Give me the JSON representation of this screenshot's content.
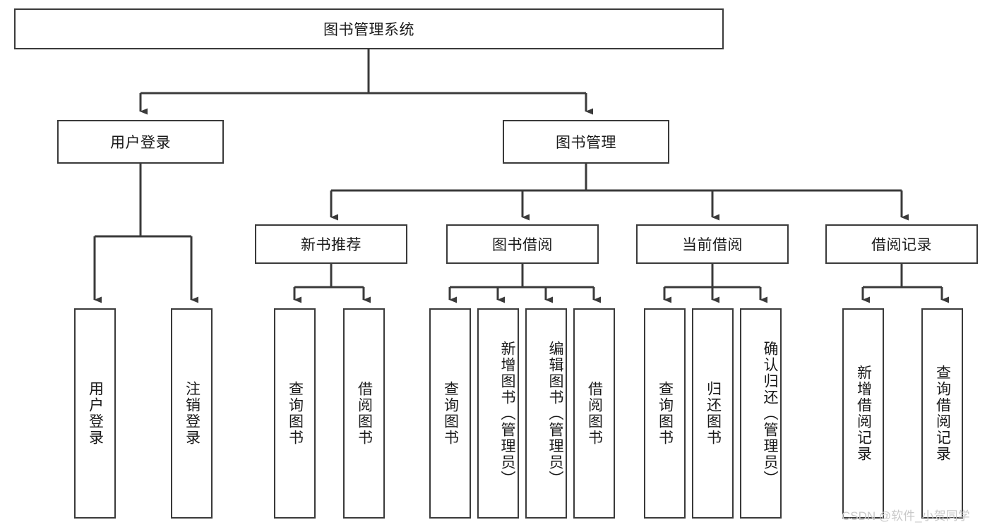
{
  "diagram": {
    "type": "tree-hierarchy",
    "title": "图书管理系统",
    "theme": {
      "background": "#ffffff",
      "box_border": "#3a3a3a",
      "connector": "#3a3a3a",
      "text": "#1a1a1a",
      "watermark": "#c9c9c9"
    },
    "levels": {
      "root": {
        "label": "图书管理系统"
      },
      "level2": [
        {
          "label": "用户登录"
        },
        {
          "label": "图书管理"
        }
      ],
      "level3": [
        {
          "label": "新书推荐"
        },
        {
          "label": "图书借阅"
        },
        {
          "label": "当前借阅"
        },
        {
          "label": "借阅记录"
        }
      ],
      "leaves": {
        "user_login": [
          {
            "label": "用户登录"
          },
          {
            "label": "注销登录"
          }
        ],
        "new_book_recommend": [
          {
            "label": "查询图书"
          },
          {
            "label": "借阅图书"
          }
        ],
        "book_borrow": [
          {
            "label": "查询图书"
          },
          {
            "label": "新增图书（管理员）"
          },
          {
            "label": "编辑图书（管理员）"
          },
          {
            "label": "借阅图书"
          }
        ],
        "current_borrow": [
          {
            "label": "查询图书"
          },
          {
            "label": "归还图书"
          },
          {
            "label": "确认归还（管理员）"
          }
        ],
        "borrow_record": [
          {
            "label": "新增借阅记录"
          },
          {
            "label": "查询借阅记录"
          }
        ]
      }
    }
  },
  "watermark": {
    "text": "CSDN @软件_小贺同学"
  }
}
